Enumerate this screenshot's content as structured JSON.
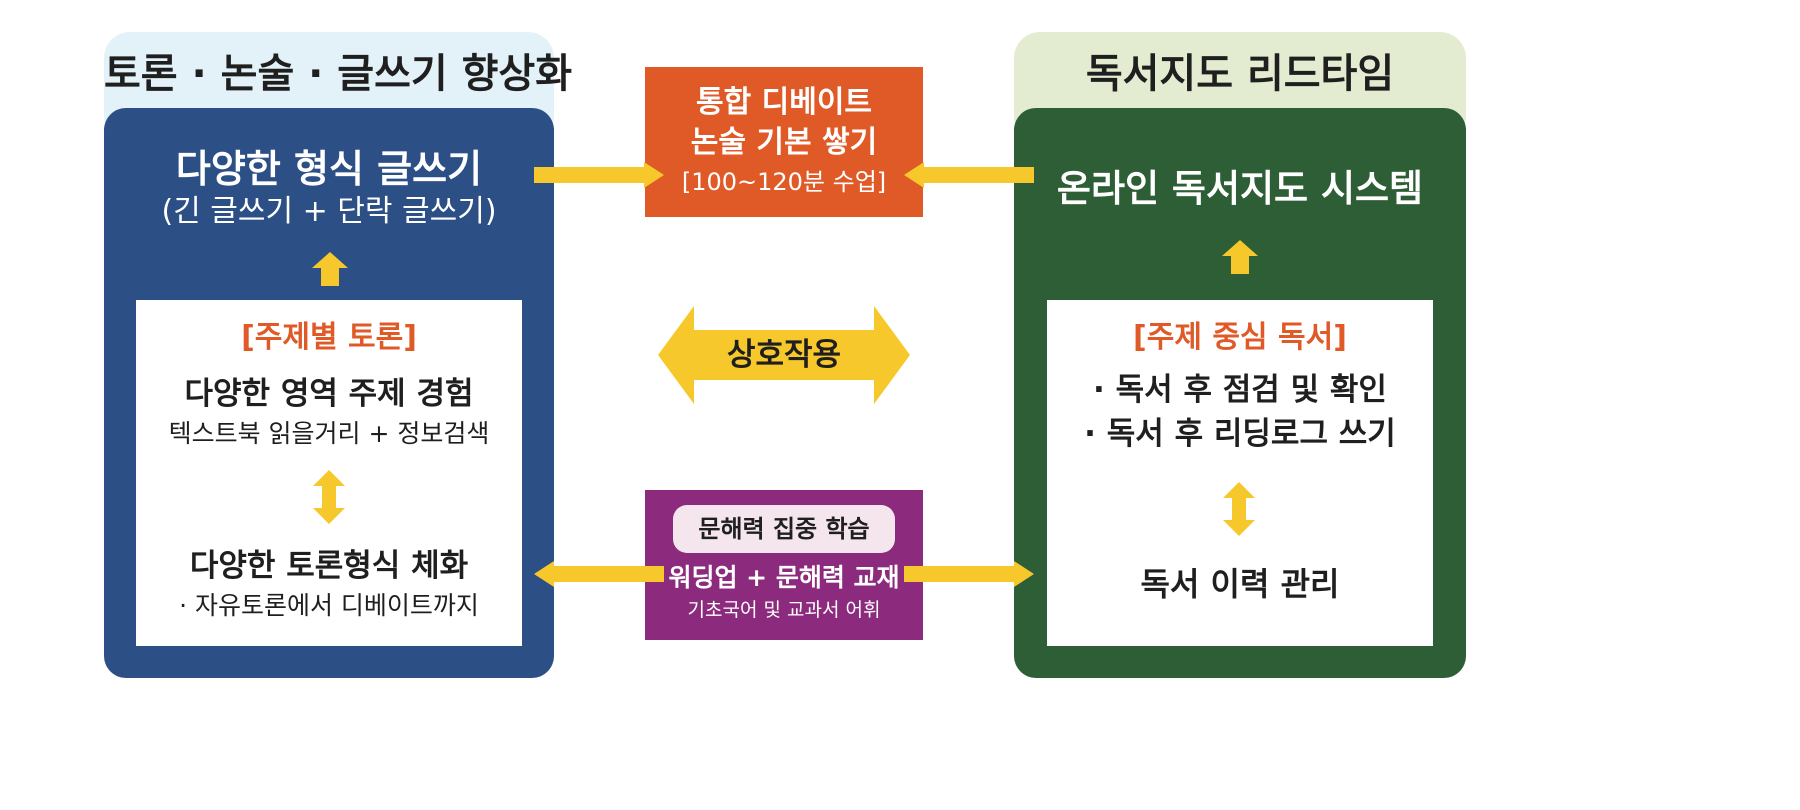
{
  "colors": {
    "left_head_bg": "#e3f1f8",
    "left_body_bg": "#2c4f86",
    "right_head_bg": "#e3ecd0",
    "right_body_bg": "#2e5e35",
    "orange": "#e05a28",
    "purple": "#8c2a7e",
    "arrow": "#f7c82c",
    "pill_bg": "#f5e6ee"
  },
  "left": {
    "header": "토론 · 논술 · 글쓰기 향상화",
    "top_line1": "다양한 형식 글쓰기",
    "top_line2": "(긴 글쓰기 + 단락 글쓰기)",
    "inner": {
      "tag": "[주제별 토론]",
      "item1_title": "다양한 영역 주제 경험",
      "item1_sub": "텍스트북 읽을거리 + 정보검색",
      "item2_title": "다양한 토론형식 체화",
      "item2_sub": "· 자유토론에서 디베이트까지"
    }
  },
  "right": {
    "header": "독서지도 리드타임",
    "top_line": "온라인 독서지도 시스템",
    "inner": {
      "tag": "[주제 중심 독서]",
      "line1": "· 독서 후 점검 및 확인",
      "line2": "· 독서 후 리딩로그 쓰기",
      "bottom": "독서 이력 관리"
    }
  },
  "center": {
    "top_box": {
      "line1": "통합 디베이트",
      "line2": "논술 기본 쌓기",
      "line3": "[100~120분 수업]"
    },
    "interaction_label": "상호작용",
    "bottom_box": {
      "pill": "문해력 집중 학습",
      "line1": "워딩업 + 문해력 교재",
      "line2": "기초국어 및 교과서 어휘"
    }
  }
}
